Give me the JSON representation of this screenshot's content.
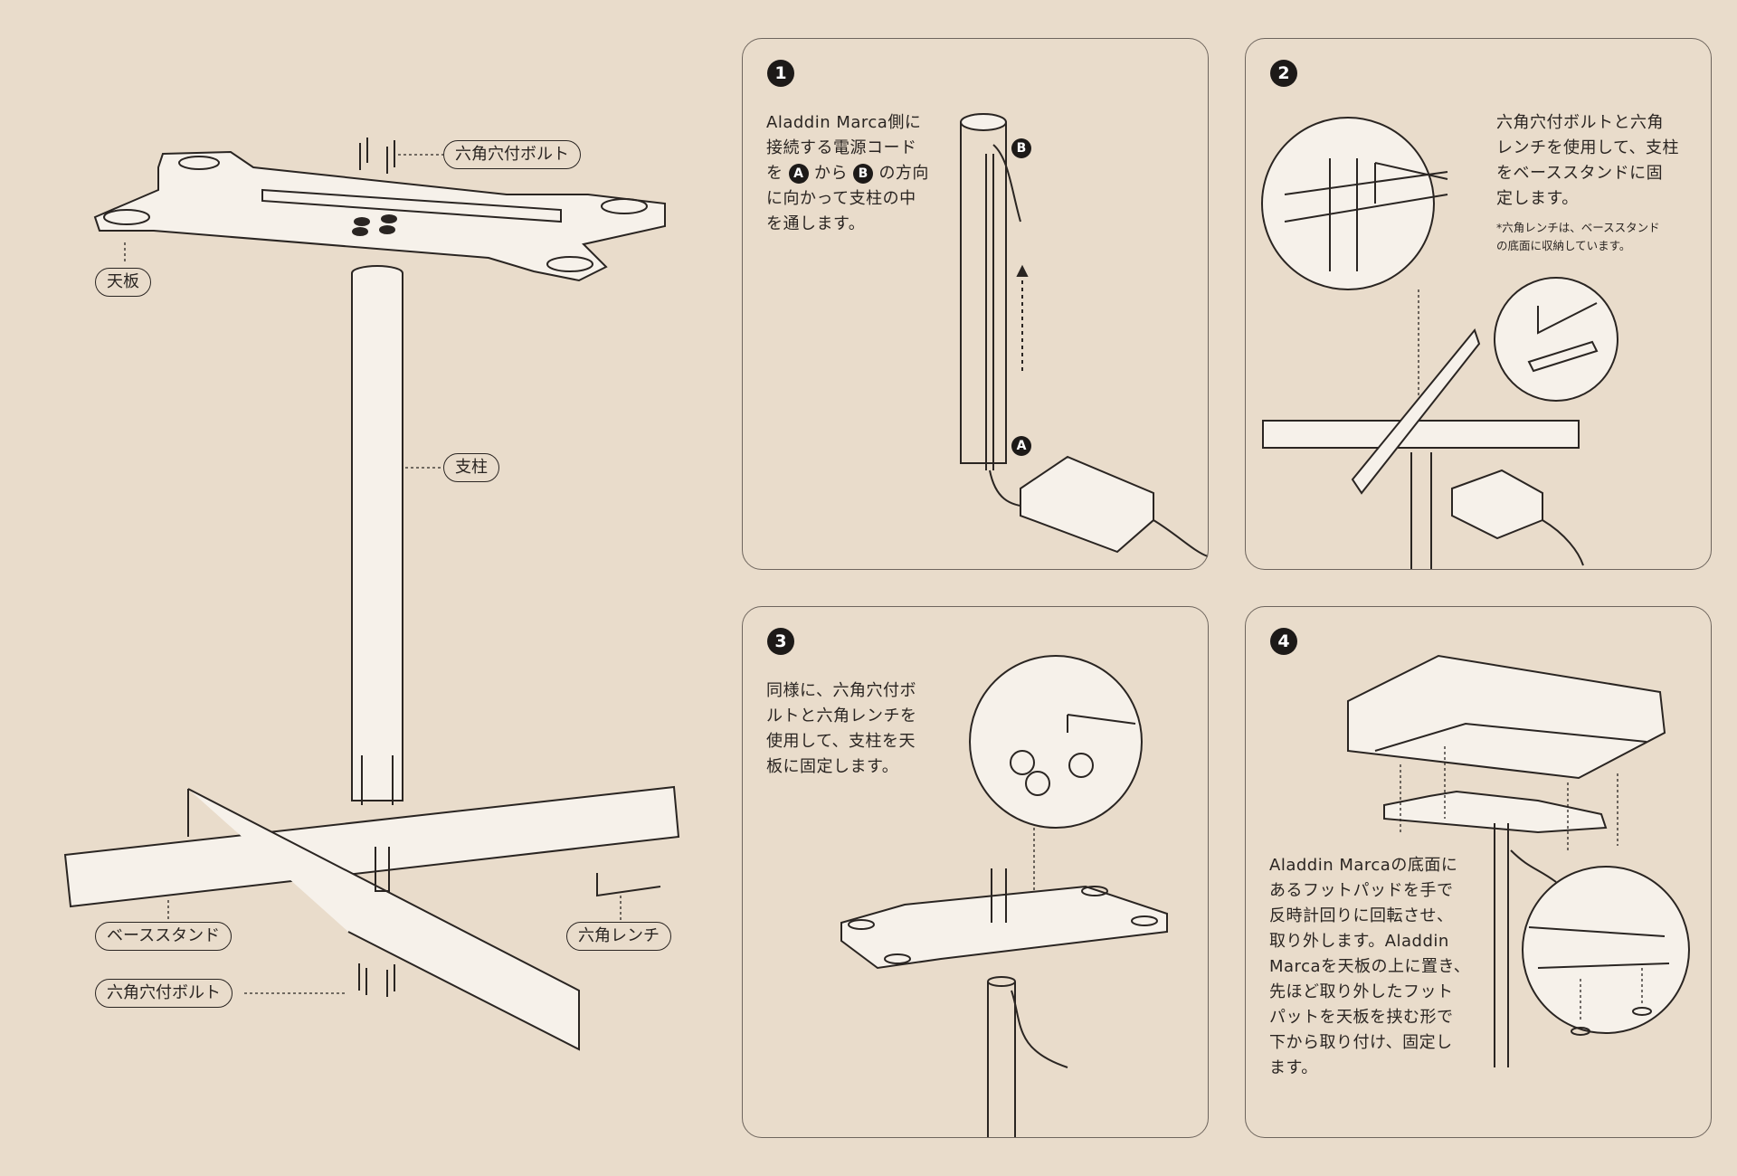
{
  "labels": {
    "bolt_top": "六角穴付ボルト",
    "tabletop": "天板",
    "pillar": "支柱",
    "base_stand": "ベーススタンド",
    "hex_wrench": "六角レンチ",
    "bolt_bottom": "六角穴付ボルト"
  },
  "steps": [
    {
      "number": "1",
      "text": "Aladdin Marca側に\n接続する電源コード\nを",
      "text_mid": "から",
      "text_end": "の方向",
      "text_tail": "に向かって支柱の中\nを通します。",
      "marker_a": "A",
      "marker_b": "B"
    },
    {
      "number": "2",
      "text": "六角穴付ボルトと六角\nレンチを使用して、支柱\nをベーススタンドに固\n定します。",
      "note": "*六角レンチは、ベーススタンド\nの底面に収納しています。"
    },
    {
      "number": "3",
      "text": "同様に、六角穴付ボ\nルトと六角レンチを\n使用して、支柱を天\n板に固定します。"
    },
    {
      "number": "4",
      "text": "Aladdin Marcaの底面に\nあるフットパッドを手で\n反時計回りに回転させ、\n取り外します。Aladdin\nMarcaを天板の上に置き、\n先ほど取り外したフット\nパットを天板を挟む形で\n下から取り付け、固定し\nます。"
    }
  ],
  "colors": {
    "background": "#e9dccb",
    "line": "#2a2522",
    "fill": "#f6f1ea"
  }
}
